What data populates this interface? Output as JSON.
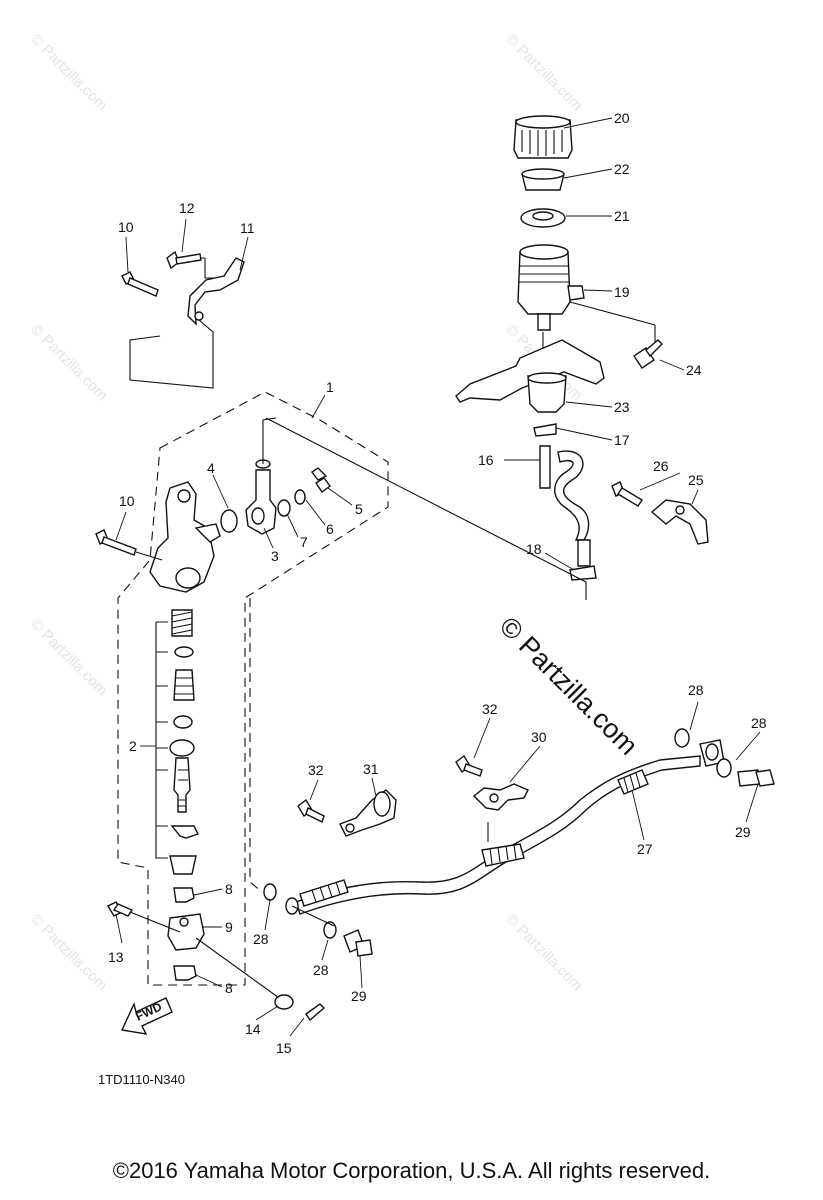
{
  "watermark": {
    "text": "© Partzilla.com"
  },
  "diagram_code": "1TD1110-N340",
  "fwd_label": "FWD",
  "copyright": "©2016 Yamaha Motor Corporation, U.S.A. All rights reserved.",
  "callouts": [
    "1",
    "2",
    "3",
    "4",
    "5",
    "6",
    "7",
    "8",
    "9",
    "10",
    "11",
    "12",
    "13",
    "14",
    "15",
    "16",
    "17",
    "18",
    "19",
    "20",
    "21",
    "22",
    "23",
    "24",
    "25",
    "26",
    "27",
    "28",
    "29",
    "30",
    "31",
    "32"
  ]
}
